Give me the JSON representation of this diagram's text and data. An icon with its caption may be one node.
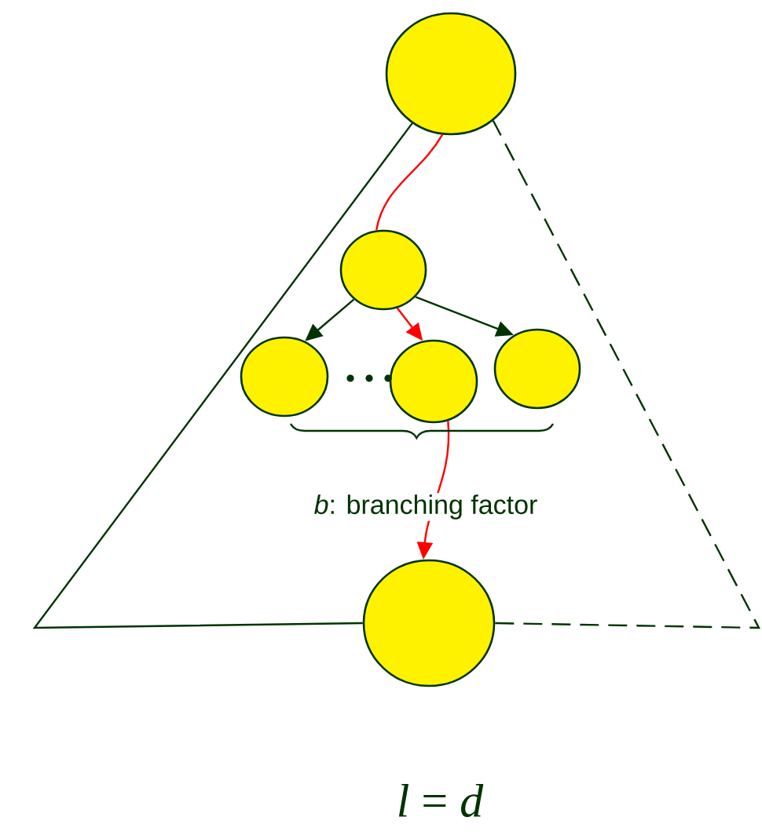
{
  "diagram": {
    "nodes": [
      {
        "text": [],
        "shape": "circle"
      },
      {
        "text": [],
        "shape": "circle"
      },
      {
        "text": [],
        "shape": "circle"
      },
      {
        "text": [],
        "shape": "circle"
      },
      {
        "text": [],
        "shape": "circle"
      },
      {
        "text": [],
        "shape": "circle"
      }
    ],
    "edges": [
      {
        "from": 0,
        "to": 1,
        "arrow": "none",
        "color": "#ff0000"
      },
      {
        "from": 1,
        "to": 2,
        "arrow": "to"
      },
      {
        "from": 1,
        "to": 3,
        "arrow": "to",
        "color": "#ff0000"
      },
      {
        "from": 1,
        "to": 4,
        "arrow": "to"
      },
      {
        "from": 3,
        "to": 5,
        "arrow": "to",
        "color": "#ff0000"
      },
      {
        "from": 0,
        "to": 5,
        "arrow": "none"
      },
      {
        "from": 5,
        "to": 0,
        "arrow": "none",
        "style": "dashed"
      }
    ],
    "labels": [
      "*b*: branching factor",
      "*l* = *d*"
    ]
  }
}
